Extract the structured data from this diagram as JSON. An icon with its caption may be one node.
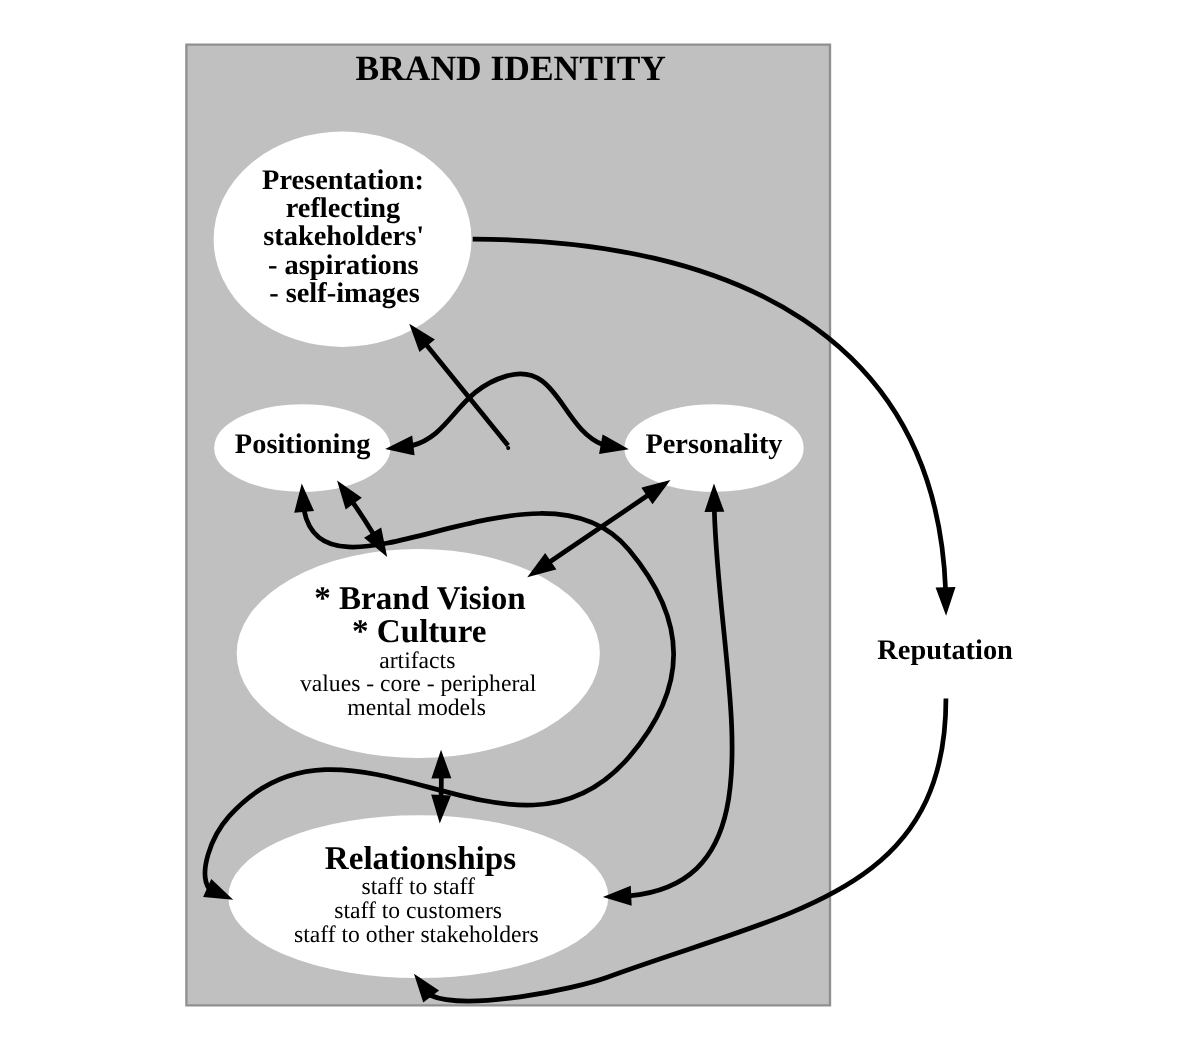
{
  "diagram": {
    "nodes": [
      {
        "text": [
          "BRAND IDENTITY"
        ]
      },
      {
        "text": [
          "Presentation: reflecting stakeholders' - aspirations - self-images"
        ],
        "in": 0
      },
      {
        "text": [
          "Positioning"
        ],
        "in": 0
      },
      {
        "text": [
          "Personality"
        ],
        "in": 0
      },
      {
        "text": [
          "* Brand Vision",
          "* Culture",
          "artifacts",
          "values - core - peripheral",
          "mental models"
        ],
        "in": 0
      },
      {
        "text": [
          "Relationships",
          "staff to staff",
          "staff to customers",
          "staff to other stakeholders"
        ],
        "in": 0
      },
      {
        "text": [
          "Reputation"
        ]
      }
    ],
    "edges": [
      {
        "from": null,
        "to": 1,
        "arrow": "to"
      },
      {
        "from": 2,
        "to": 3,
        "arrow": "both"
      },
      {
        "from": 2,
        "to": 4,
        "arrow": "both"
      },
      {
        "from": 3,
        "to": 4,
        "arrow": "both"
      },
      {
        "from": 4,
        "to": 5,
        "arrow": "both"
      },
      {
        "from": 5,
        "to": 2,
        "arrow": "both"
      },
      {
        "from": 5,
        "to": 3,
        "arrow": "both"
      },
      {
        "from": 1,
        "to": 6,
        "arrow": "to"
      },
      {
        "from": 6,
        "to": 5,
        "arrow": "to"
      }
    ]
  }
}
